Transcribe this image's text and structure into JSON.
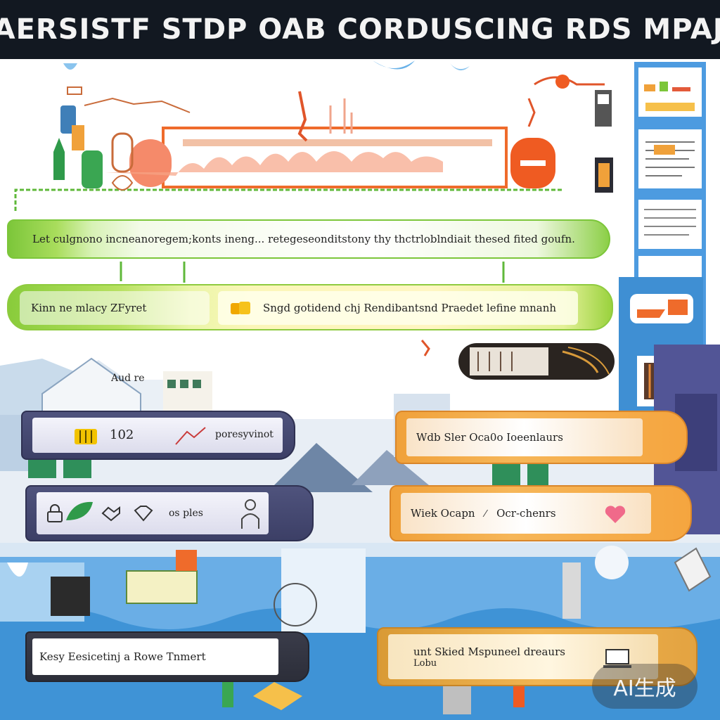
{
  "title": "YAERSISTF STDP OAB CORDUSCING RDS MPAJS",
  "banners": {
    "green_top": "Let culgnono incneanoregem;konts ineng...  retegeseonditstony thy thctrloblndiait thesed fited goufn.",
    "green_mid_left": "Kinn ne mlacy ZFyret",
    "green_mid_right": "Sngd gotidend chj Rendibantsnd Praedet lefine mnanh",
    "slate_top_num": "102",
    "slate_top_text": "poresyvinot",
    "slate_bottom_text": "os ples",
    "orange_top": "Wdb Sler  Oca0o  Ioeenlaurs",
    "orange_bottom_left": "Wiek Ocapn",
    "orange_bottom_right": "Ocr-chenrs",
    "dark_bottom": "Kesy Eesicetinj a Rowe Tnmert",
    "gold_bottom_line1": "unt Skied Mspuneel dreaurs",
    "gold_bottom_line2": "Lobu",
    "house_label": "Aud re"
  },
  "watermark": "AI生成",
  "colors": {
    "title_bg": "#121821",
    "green": "#7cc63a",
    "orange": "#f0a13a",
    "slate": "#3c3f66",
    "sky": "#3f93d6"
  }
}
